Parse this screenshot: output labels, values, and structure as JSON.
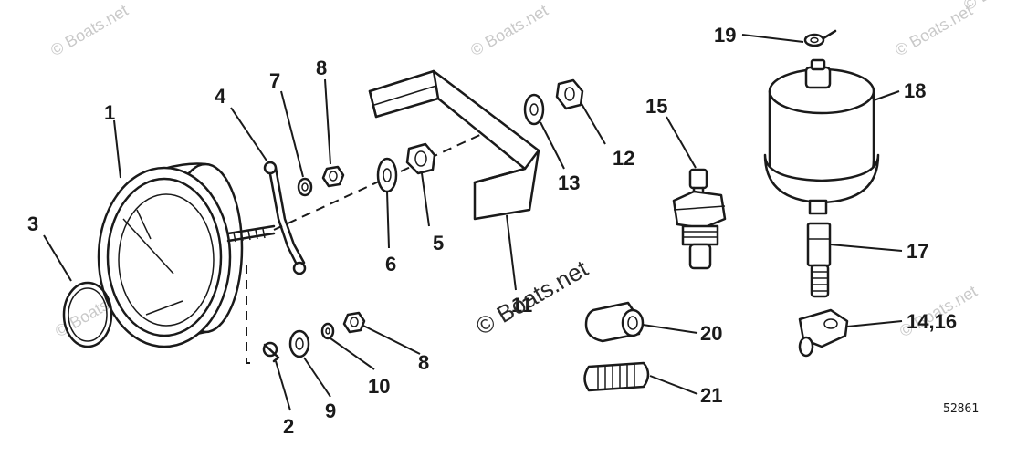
{
  "watermarks": {
    "wm1": "© Boats.net",
    "wm2": "© Boats.net",
    "wm3": "© Boats.net",
    "wm4": "© Boats.net",
    "wm5": "© Boats.net",
    "wm6": "© Boats.net",
    "center": "© Boats.net"
  },
  "reference_number": "52861",
  "callouts": {
    "c1": "1",
    "c2": "2",
    "c3": "3",
    "c4": "4",
    "c5": "5",
    "c6": "6",
    "c7": "7",
    "c8a": "8",
    "c8b": "8",
    "c9": "9",
    "c10": "10",
    "c11": "11",
    "c12": "12",
    "c13": "13",
    "c14": "14,16",
    "c15": "15",
    "c17": "17",
    "c18": "18",
    "c19": "19",
    "c20": "20",
    "c21": "21"
  },
  "colors": {
    "ink": "#1a1a1a",
    "background": "#ffffff",
    "watermark": "#c9c9c9"
  }
}
